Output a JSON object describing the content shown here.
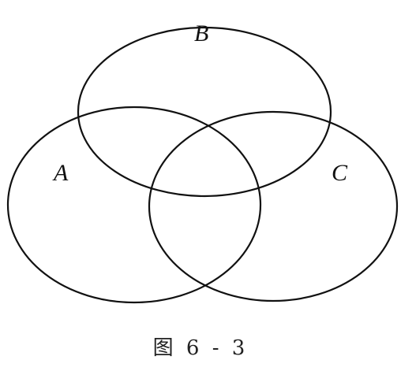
{
  "diagram": {
    "sets": [
      {
        "id": "A",
        "label": "A"
      },
      {
        "id": "B",
        "label": "B"
      },
      {
        "id": "C",
        "label": "C"
      }
    ]
  },
  "caption": "图 6 - 3"
}
